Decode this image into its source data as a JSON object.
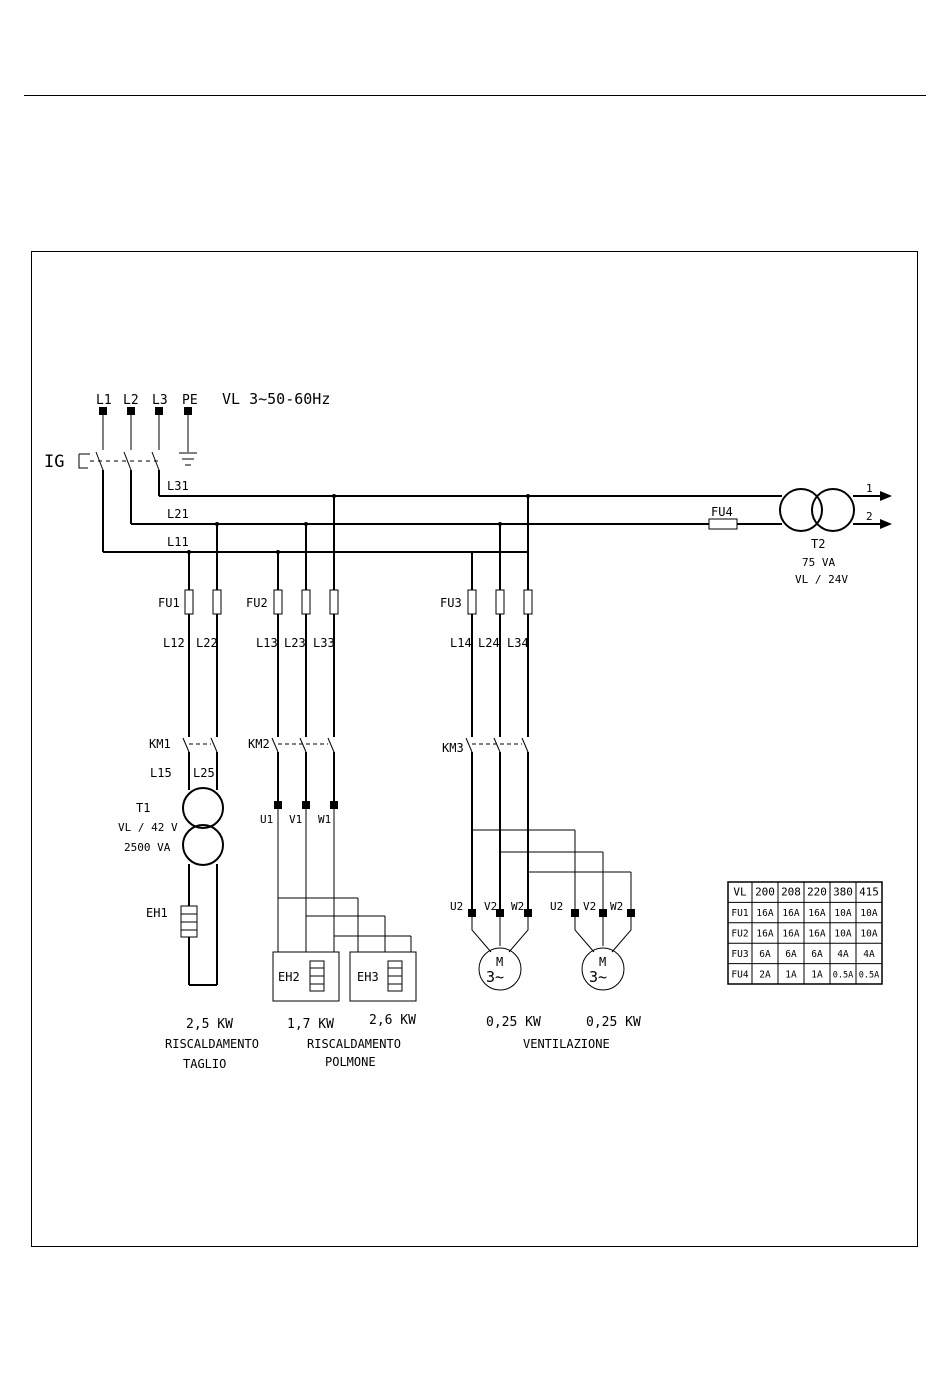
{
  "supply": {
    "terminals": [
      "L1",
      "L2",
      "L3",
      "PE"
    ],
    "voltage": "VL 3~50-60Hz",
    "main_switch": "IG"
  },
  "lines": {
    "l31": "L31",
    "l21": "L21",
    "l11": "L11"
  },
  "fuses": {
    "fu1": "FU1",
    "fu2": "FU2",
    "fu3": "FU3",
    "fu4": "FU4"
  },
  "wire_labels": {
    "l12": "L12",
    "l22": "L22",
    "l13": "L13",
    "l23": "L23",
    "l33": "L33",
    "l14": "L14",
    "l24": "L24",
    "l34": "L34",
    "l15": "L15",
    "l25": "L25"
  },
  "contactors": {
    "km1": "KM1",
    "km2": "KM2",
    "km3": "KM3"
  },
  "transformer_t1": {
    "name": "T1",
    "ratio": "VL / 42 V",
    "power": "2500 VA"
  },
  "transformer_t2": {
    "name": "T2",
    "power": "75 VA",
    "ratio": "VL / 24V",
    "out1": "1",
    "out2": "2"
  },
  "terminals_heater": [
    "U1",
    "V1",
    "W1"
  ],
  "terminals_motor": [
    "U2",
    "V2",
    "W2"
  ],
  "heaters": {
    "eh1": "EH1",
    "eh2": "EH2",
    "eh3": "EH3"
  },
  "motor": {
    "symbol": "M",
    "phase": "3~"
  },
  "loads": {
    "taglio": {
      "power": "2,5 KW",
      "line1": "RISCALDAMENTO",
      "line2": "TAGLIO"
    },
    "polmone_eh2": {
      "power": "1,7 KW"
    },
    "polmone_eh3": {
      "power": "2,6 KW"
    },
    "polmone": {
      "line1": "RISCALDAMENTO",
      "line2": "POLMONE"
    },
    "motor1": {
      "power": "0,25 KW"
    },
    "motor2": {
      "power": "0,25 KW"
    },
    "ventilazione": {
      "label": "VENTILAZIONE"
    }
  },
  "fuse_table": {
    "header": [
      "VL",
      "200",
      "208",
      "220",
      "380",
      "415"
    ],
    "rows": [
      [
        "FU1",
        "16A",
        "16A",
        "16A",
        "10A",
        "10A"
      ],
      [
        "FU2",
        "16A",
        "16A",
        "16A",
        "10A",
        "10A"
      ],
      [
        "FU3",
        "6A",
        "6A",
        "6A",
        "4A",
        "4A"
      ],
      [
        "FU4",
        "2A",
        "1A",
        "1A",
        "0.5A",
        "0.5A"
      ]
    ]
  }
}
